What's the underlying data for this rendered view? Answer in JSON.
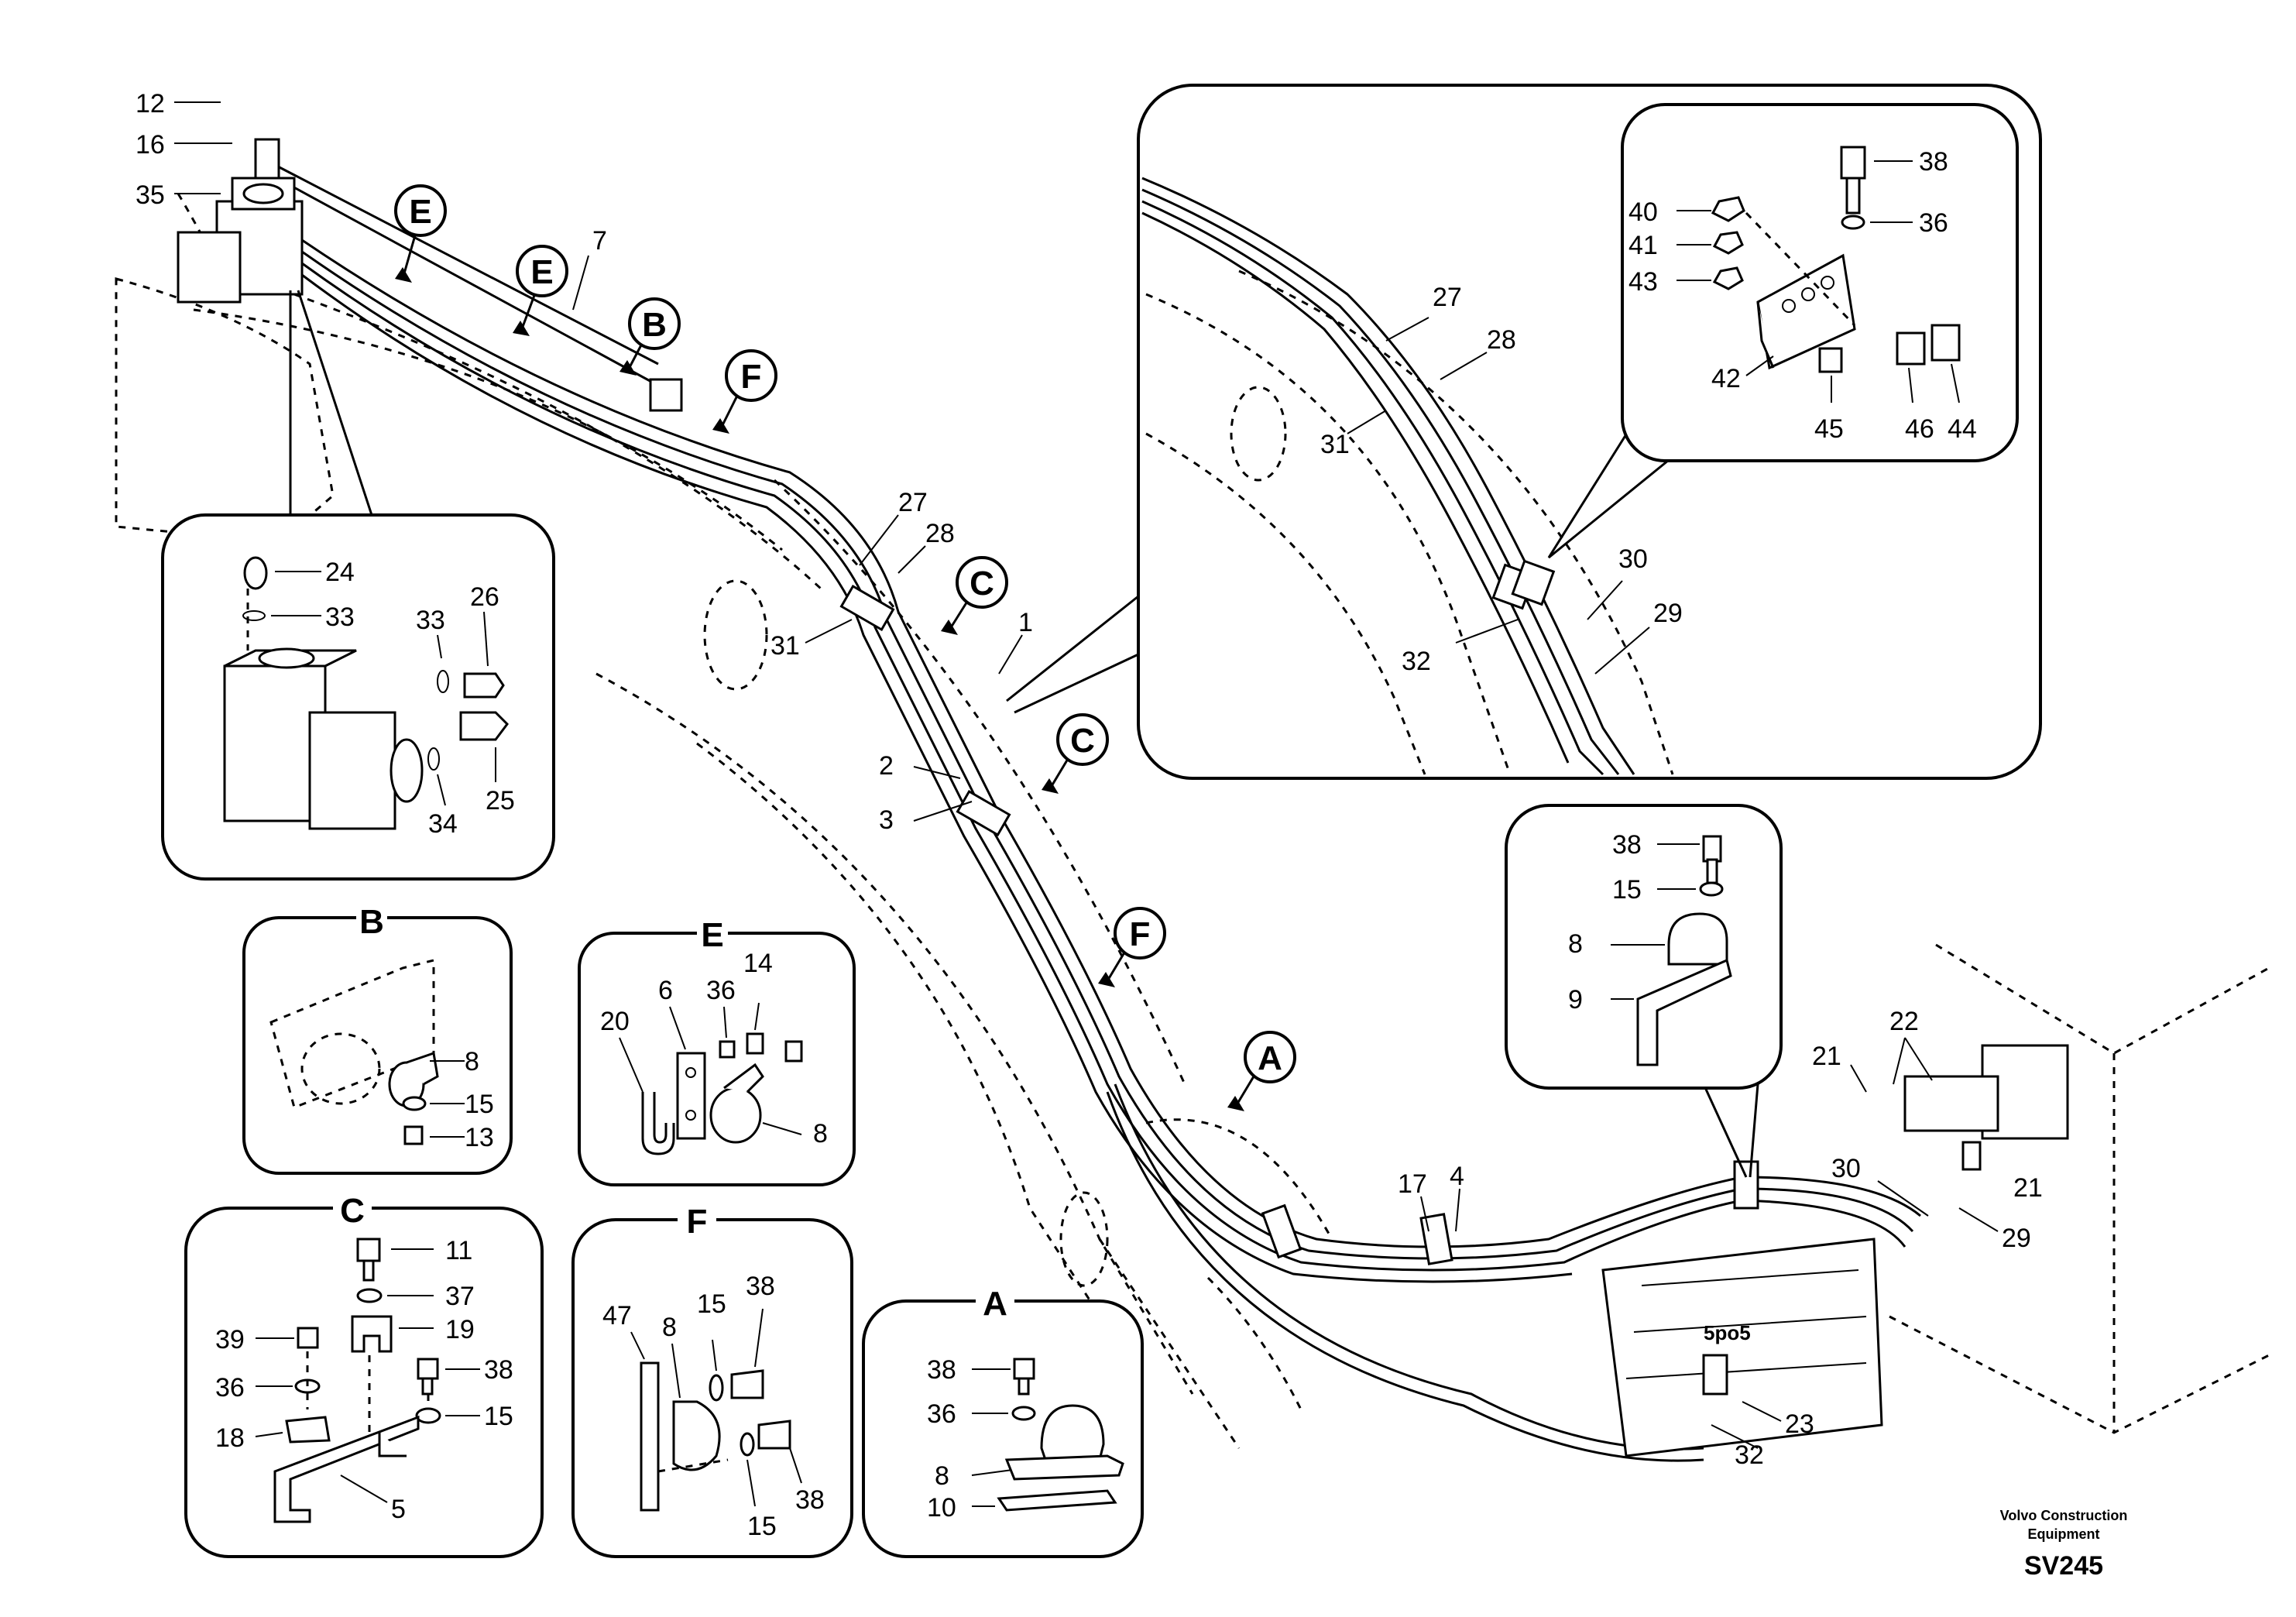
{
  "callouts": {
    "E": "E",
    "B": "B",
    "F": "F",
    "C": "C",
    "A": "A"
  },
  "detail_titles": {
    "B": "B",
    "E": "E",
    "C": "C",
    "F": "F",
    "A": "A"
  },
  "main_labels": {
    "n12": "12",
    "n16": "16",
    "n35": "35",
    "n7": "7",
    "n27": "27",
    "n28": "28",
    "n31": "31",
    "n1": "1",
    "n2": "2",
    "n3": "3",
    "n17": "17",
    "n4": "4",
    "n21a": "21",
    "n22": "22",
    "n21b": "21",
    "n30": "30",
    "n29": "29",
    "n23": "23",
    "n32": "32",
    "n5po5": "5po5"
  },
  "detail_valve": {
    "n24": "24",
    "n33a": "33",
    "n33b": "33",
    "n26": "26",
    "n25": "25",
    "n34": "34"
  },
  "detail_zoom": {
    "n27": "27",
    "n28": "28",
    "n31": "31",
    "n30": "30",
    "n29": "29",
    "n32": "32",
    "n38": "38",
    "n36": "36",
    "n40": "40",
    "n41": "41",
    "n43": "43",
    "n42": "42",
    "n45": "45",
    "n46": "46",
    "n44": "44"
  },
  "detail_clamp": {
    "n38": "38",
    "n15": "15",
    "n8": "8",
    "n9": "9"
  },
  "detail_b": {
    "n8": "8",
    "n15": "15",
    "n13": "13"
  },
  "detail_e": {
    "n20": "20",
    "n6": "6",
    "n36": "36",
    "n14": "14",
    "n8": "8"
  },
  "detail_c": {
    "n11": "11",
    "n37": "37",
    "n19": "19",
    "n39": "39",
    "n38": "38",
    "n36": "36",
    "n15": "15",
    "n18": "18",
    "n5": "5"
  },
  "detail_f": {
    "n47": "47",
    "n8": "8",
    "n15a": "15",
    "n38a": "38",
    "n15b": "15",
    "n38b": "38"
  },
  "detail_a": {
    "n38": "38",
    "n36": "36",
    "n8": "8",
    "n10": "10"
  },
  "footer": {
    "brand_line1": "Volvo Construction",
    "brand_line2": "Equipment",
    "code": "SV245"
  }
}
